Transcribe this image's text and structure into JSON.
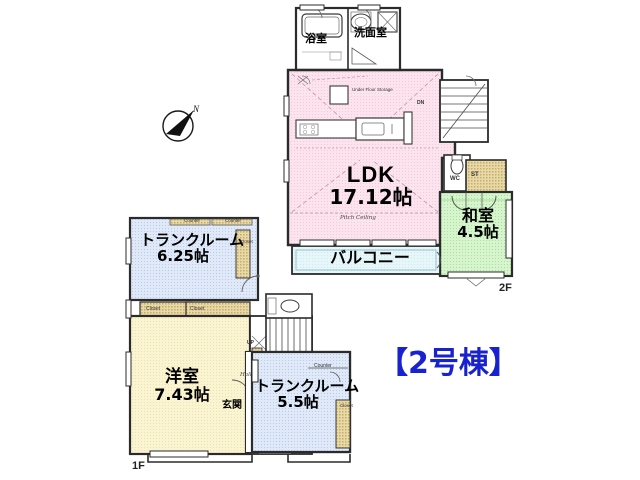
{
  "document": {
    "type": "real-estate-floor-plan",
    "title": "【2号棟】",
    "title_color": "#1822cf",
    "background": "#ffffff"
  },
  "floors": [
    {
      "id": "2f",
      "label": "2F"
    },
    {
      "id": "1f",
      "label": "1F"
    }
  ],
  "rooms": [
    {
      "id": "ldk",
      "name": "LDK",
      "area": "17.12帖",
      "floor": "2F",
      "fill": "#fbe4ee",
      "note": "Pitch Ceiling"
    },
    {
      "id": "washitsu",
      "name": "和室",
      "area": "4.5帖",
      "floor": "2F",
      "fill": "#ccf2c4"
    },
    {
      "id": "balcony",
      "name": "バルコニー",
      "area": "",
      "floor": "2F",
      "fill": "#e4f6f8"
    },
    {
      "id": "yokushitsu",
      "name": "浴室",
      "area": "",
      "floor": "2F",
      "fill": "#ffffff"
    },
    {
      "id": "senmenshitsu",
      "name": "洗面室",
      "area": "",
      "floor": "2F",
      "fill": "#ffffff"
    },
    {
      "id": "trunk-room-1",
      "name": "トランクルーム",
      "area": "6.25帖",
      "floor": "1F",
      "fill": "#dde7f7"
    },
    {
      "id": "youshitsu",
      "name": "洋室",
      "area": "7.43帖",
      "floor": "1F",
      "fill": "#fbf3cf"
    },
    {
      "id": "trunk-room-2",
      "name": "トランクルーム",
      "area": "5.5帖",
      "floor": "1F",
      "fill": "#dde7f7"
    },
    {
      "id": "genkan",
      "name": "玄関",
      "area": "",
      "floor": "1F",
      "fill": "#ffffff"
    }
  ],
  "annotations": {
    "wc": "WC",
    "storage": "ST",
    "pitch_ceiling": "Pitch Ceiling",
    "under_floor_storage": "Under Floor Storage",
    "closet": "Closet",
    "hall": "Hall",
    "stairs_up": "UP",
    "stairs_down": "DN",
    "counter": "Counter"
  },
  "compass": {
    "name": "north-arrow",
    "direction_label": "N"
  }
}
